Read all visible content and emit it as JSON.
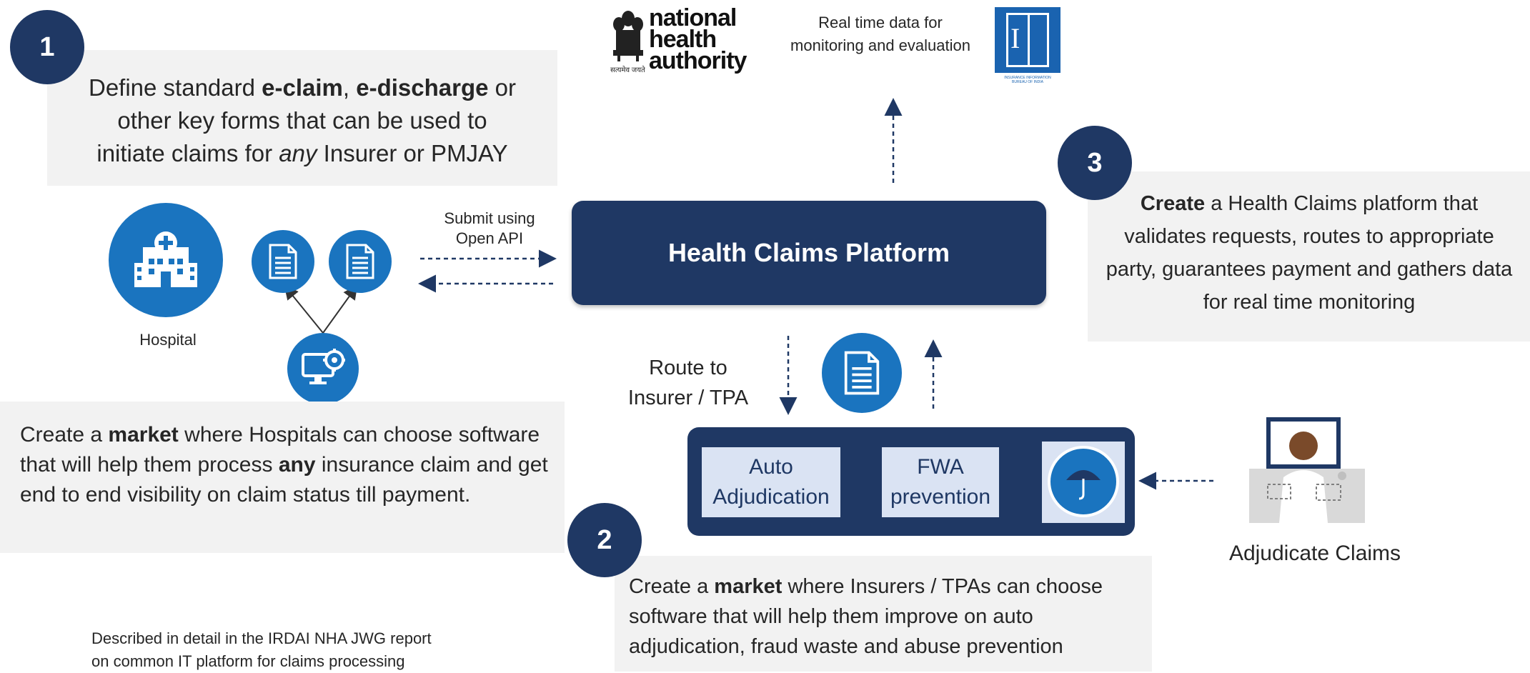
{
  "steps": {
    "step1": {
      "number": "1",
      "lines": [
        {
          "pre": "Define standard ",
          "b1": "e-claim",
          "mid": ", ",
          "b2": "e-discharge",
          "post": " or"
        },
        {
          "text": "other key forms that can be used to"
        },
        {
          "pre": "initiate claims for ",
          "em": "any",
          "post": " Insurer or PMJAY"
        }
      ]
    },
    "step2": {
      "number": "2",
      "pre": "Create a ",
      "bold": "market",
      "post": " where Insurers / TPAs can choose software that will help them improve on auto adjudication, fraud waste and abuse prevention"
    },
    "step3": {
      "number": "3",
      "bold": "Create",
      "post": " a Health Claims platform that validates requests,  routes to appropriate party, guarantees payment and gathers data for real time monitoring"
    },
    "market_hospital": {
      "pre": "Create a ",
      "bold": "market",
      "mid": " where Hospitals can choose software that will help them process ",
      "bold2": "any",
      "post": " insurance claim and get end to end visibility on claim status till payment."
    }
  },
  "platform": {
    "label": "Health Claims Platform"
  },
  "labels": {
    "submit": "Submit using\nOpen API",
    "hospital": "Hospital",
    "route": "Route to\nInsurer / TPA",
    "adjudicate": "Adjudicate Claims",
    "realtime": "Real time data for\nmonitoring and evaluation",
    "footer": "Described in detail in the IRDAI NHA JWG report\non common IT platform for claims processing"
  },
  "vendors": {
    "auto": "Auto\nAdjudication",
    "fwa": "FWA\nprevention"
  },
  "logos": {
    "nha": [
      "national",
      "health",
      "authority"
    ],
    "nha_motto": "सत्यमेव जयते",
    "iib_letter": "I",
    "iib_caption": "INSURANCE INFORMATION\nBUREAU OF INDIA"
  },
  "icons": [
    "hospital-icon",
    "document-icon",
    "monitor-gear-icon",
    "umbrella-icon",
    "adjudicator-icon",
    "emblem-icon"
  ],
  "colors": {
    "navy": "#1f3864",
    "blue": "#1a74bf",
    "grey_box": "#f2f2f2",
    "light_blue": "#dae3f3"
  }
}
